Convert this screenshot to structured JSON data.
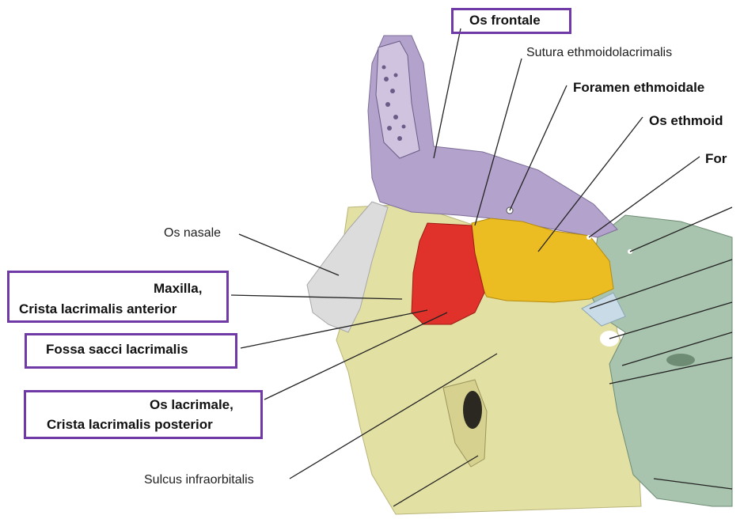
{
  "labels": {
    "os_frontale": "Os frontale",
    "sutura": "Sutura ethmoidolacrimalis",
    "foramen": "Foramen ethmoidale",
    "os_ethmoidale": "Os ethmoid",
    "for": "For",
    "os_nasale": "Os nasale",
    "maxilla_1": "Maxilla,",
    "maxilla_2": "Crista lacrimalis anterior",
    "fossa": "Fossa sacci lacrimalis",
    "os_lacrimale_1": "Os lacrimale,",
    "os_lacrimale_2": "Crista lacrimalis posterior",
    "sulcus": "Sulcus infraorbitalis"
  },
  "colors": {
    "frontal": "#b3a3cc",
    "maxilla": "#e3e0a4",
    "lacrimal": "#e0322a",
    "ethmoid": "#ebbd22",
    "sphenoid_green": "#a8c4ae",
    "nasal": "#dcdcdc",
    "highlight_box": "#6f3aa6"
  }
}
